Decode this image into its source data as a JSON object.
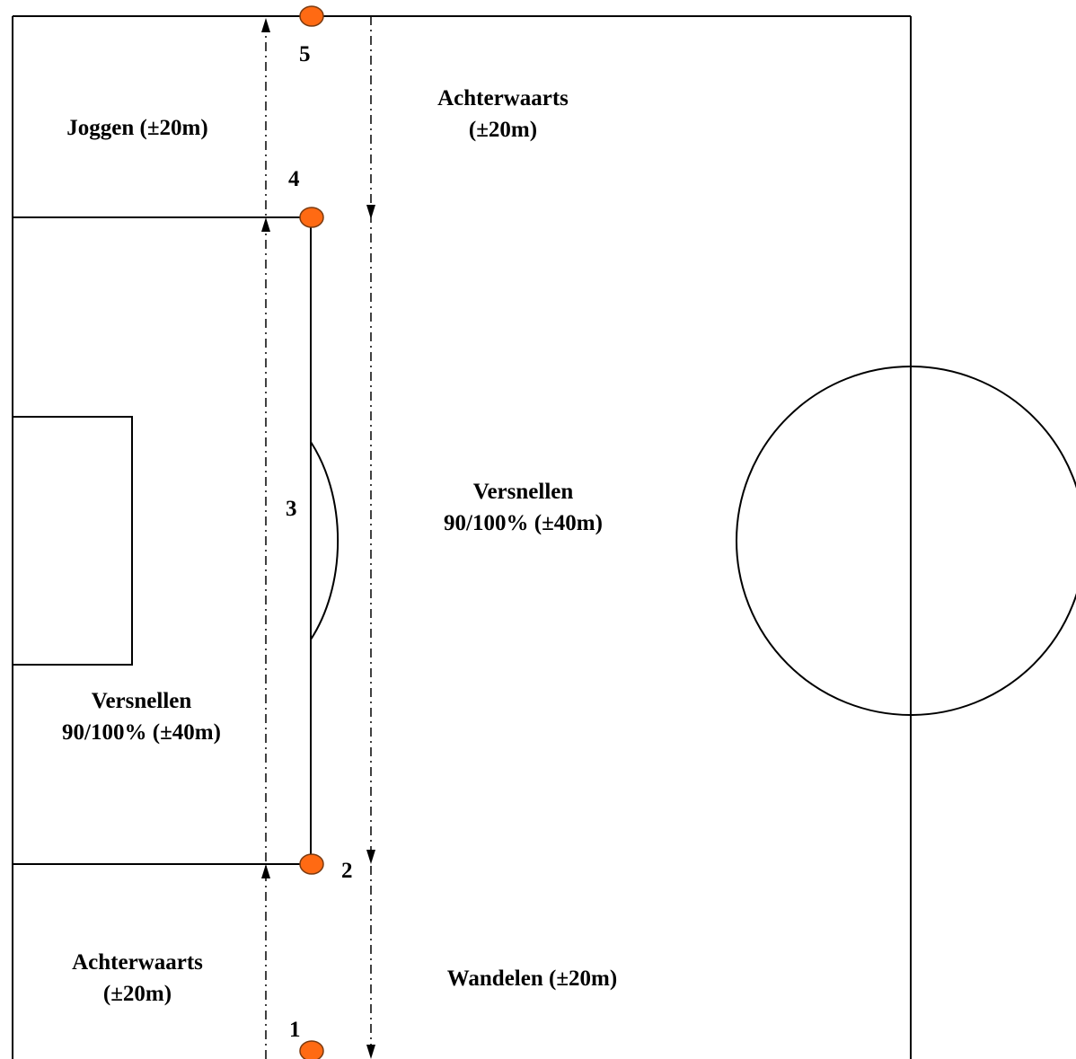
{
  "colors": {
    "line": "#000000",
    "cone_fill": "#ff6a13",
    "cone_stroke": "#7a3a10",
    "background": "#ffffff"
  },
  "cones": [
    {
      "id": "1",
      "label": "1"
    },
    {
      "id": "2",
      "label": "2"
    },
    {
      "id": "3",
      "label": "3"
    },
    {
      "id": "4",
      "label": "4"
    },
    {
      "id": "5",
      "label": "5"
    }
  ],
  "segments": {
    "jog": {
      "line1": "Joggen (±20m)"
    },
    "back_top": {
      "line1": "Achterwaarts",
      "line2": "(±20m)"
    },
    "sprint_right": {
      "line1": "Versnellen",
      "line2": "90/100% (±40m)"
    },
    "sprint_left": {
      "line1": "Versnellen",
      "line2": "90/100% (±40m)"
    },
    "back_bottom": {
      "line1": "Achterwaarts",
      "line2": "(±20m)"
    },
    "walk": {
      "line1": "Wandelen (±20m)"
    }
  },
  "icons": {
    "cone": "cone-marker-icon",
    "arrow_up": "arrow-up-icon",
    "arrow_down": "arrow-down-icon"
  }
}
